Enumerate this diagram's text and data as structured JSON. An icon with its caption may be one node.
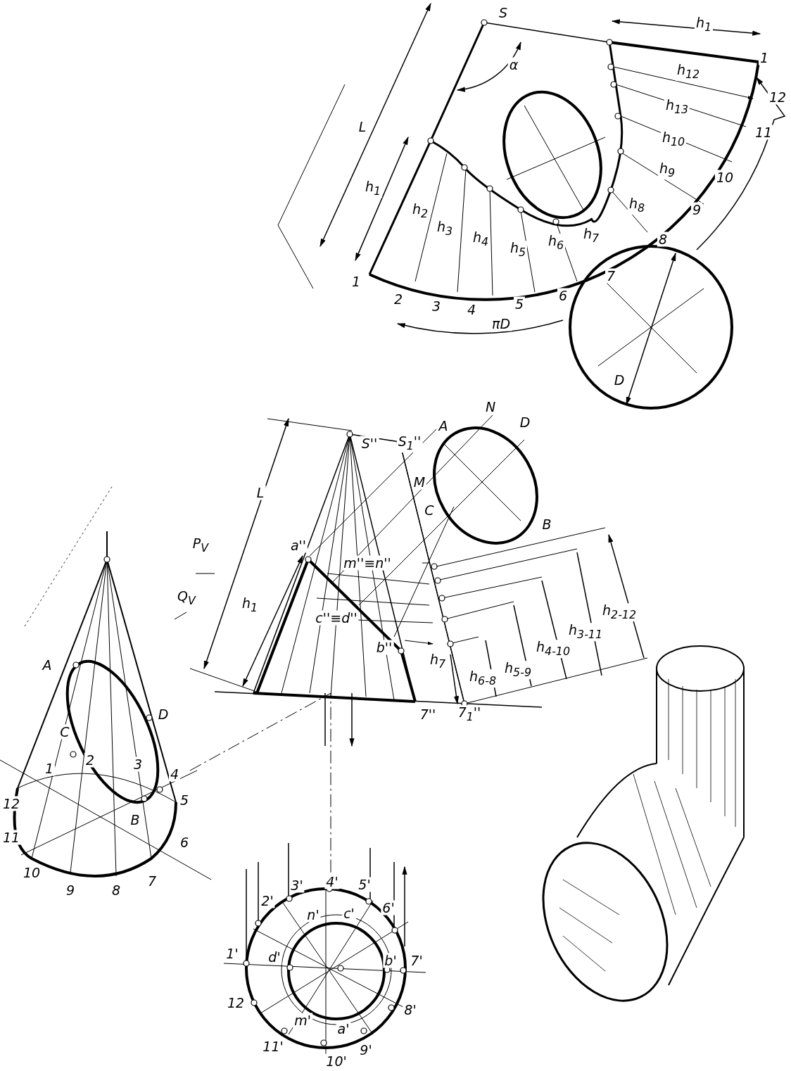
{
  "diagram": {
    "labels": [
      "S",
      "h$_{1}$",
      "α",
      "h$_{12}$",
      "1",
      "12",
      "L",
      "h$_{13}$",
      "h$_{10}$",
      "11",
      "h$_{9}$",
      "10",
      "h$_{1}$",
      "h$_{2}$",
      "h$_{3}$",
      "h$_{4}$",
      "h$_{8}$",
      "9",
      "h$_{5}$",
      "h$_{6}$",
      "h$_{7}$",
      "8",
      "1",
      "2",
      "3",
      "4",
      "5",
      "6",
      "7",
      "πD",
      "D",
      "S''",
      "S$_{1}$''",
      "A",
      "N",
      "D",
      "M",
      "C",
      "B",
      "L",
      "P$_{V}$",
      "Q$_{V}$",
      "a''",
      "m''≡n''",
      "h$_{1}$",
      "c''≡d''",
      "b''",
      "h$_{7}$",
      "h$_{6-8}$",
      "h$_{5-9}$",
      "h$_{4-10}$",
      "h$_{3-11}$",
      "h$_{2-12}$",
      "7''",
      "7$_{1}$''",
      "A",
      "D",
      "C",
      "1",
      "2",
      "3",
      "4",
      "12",
      "5",
      "B",
      "11",
      "6",
      "10",
      "9",
      "8",
      "7",
      "3'",
      "4'",
      "5'",
      "2'",
      "6'",
      "n'",
      "c'",
      "1'",
      "d'",
      "b'",
      "7'",
      "12",
      "8'",
      "m'",
      "a'",
      "11'",
      "9'",
      "10'"
    ]
  }
}
